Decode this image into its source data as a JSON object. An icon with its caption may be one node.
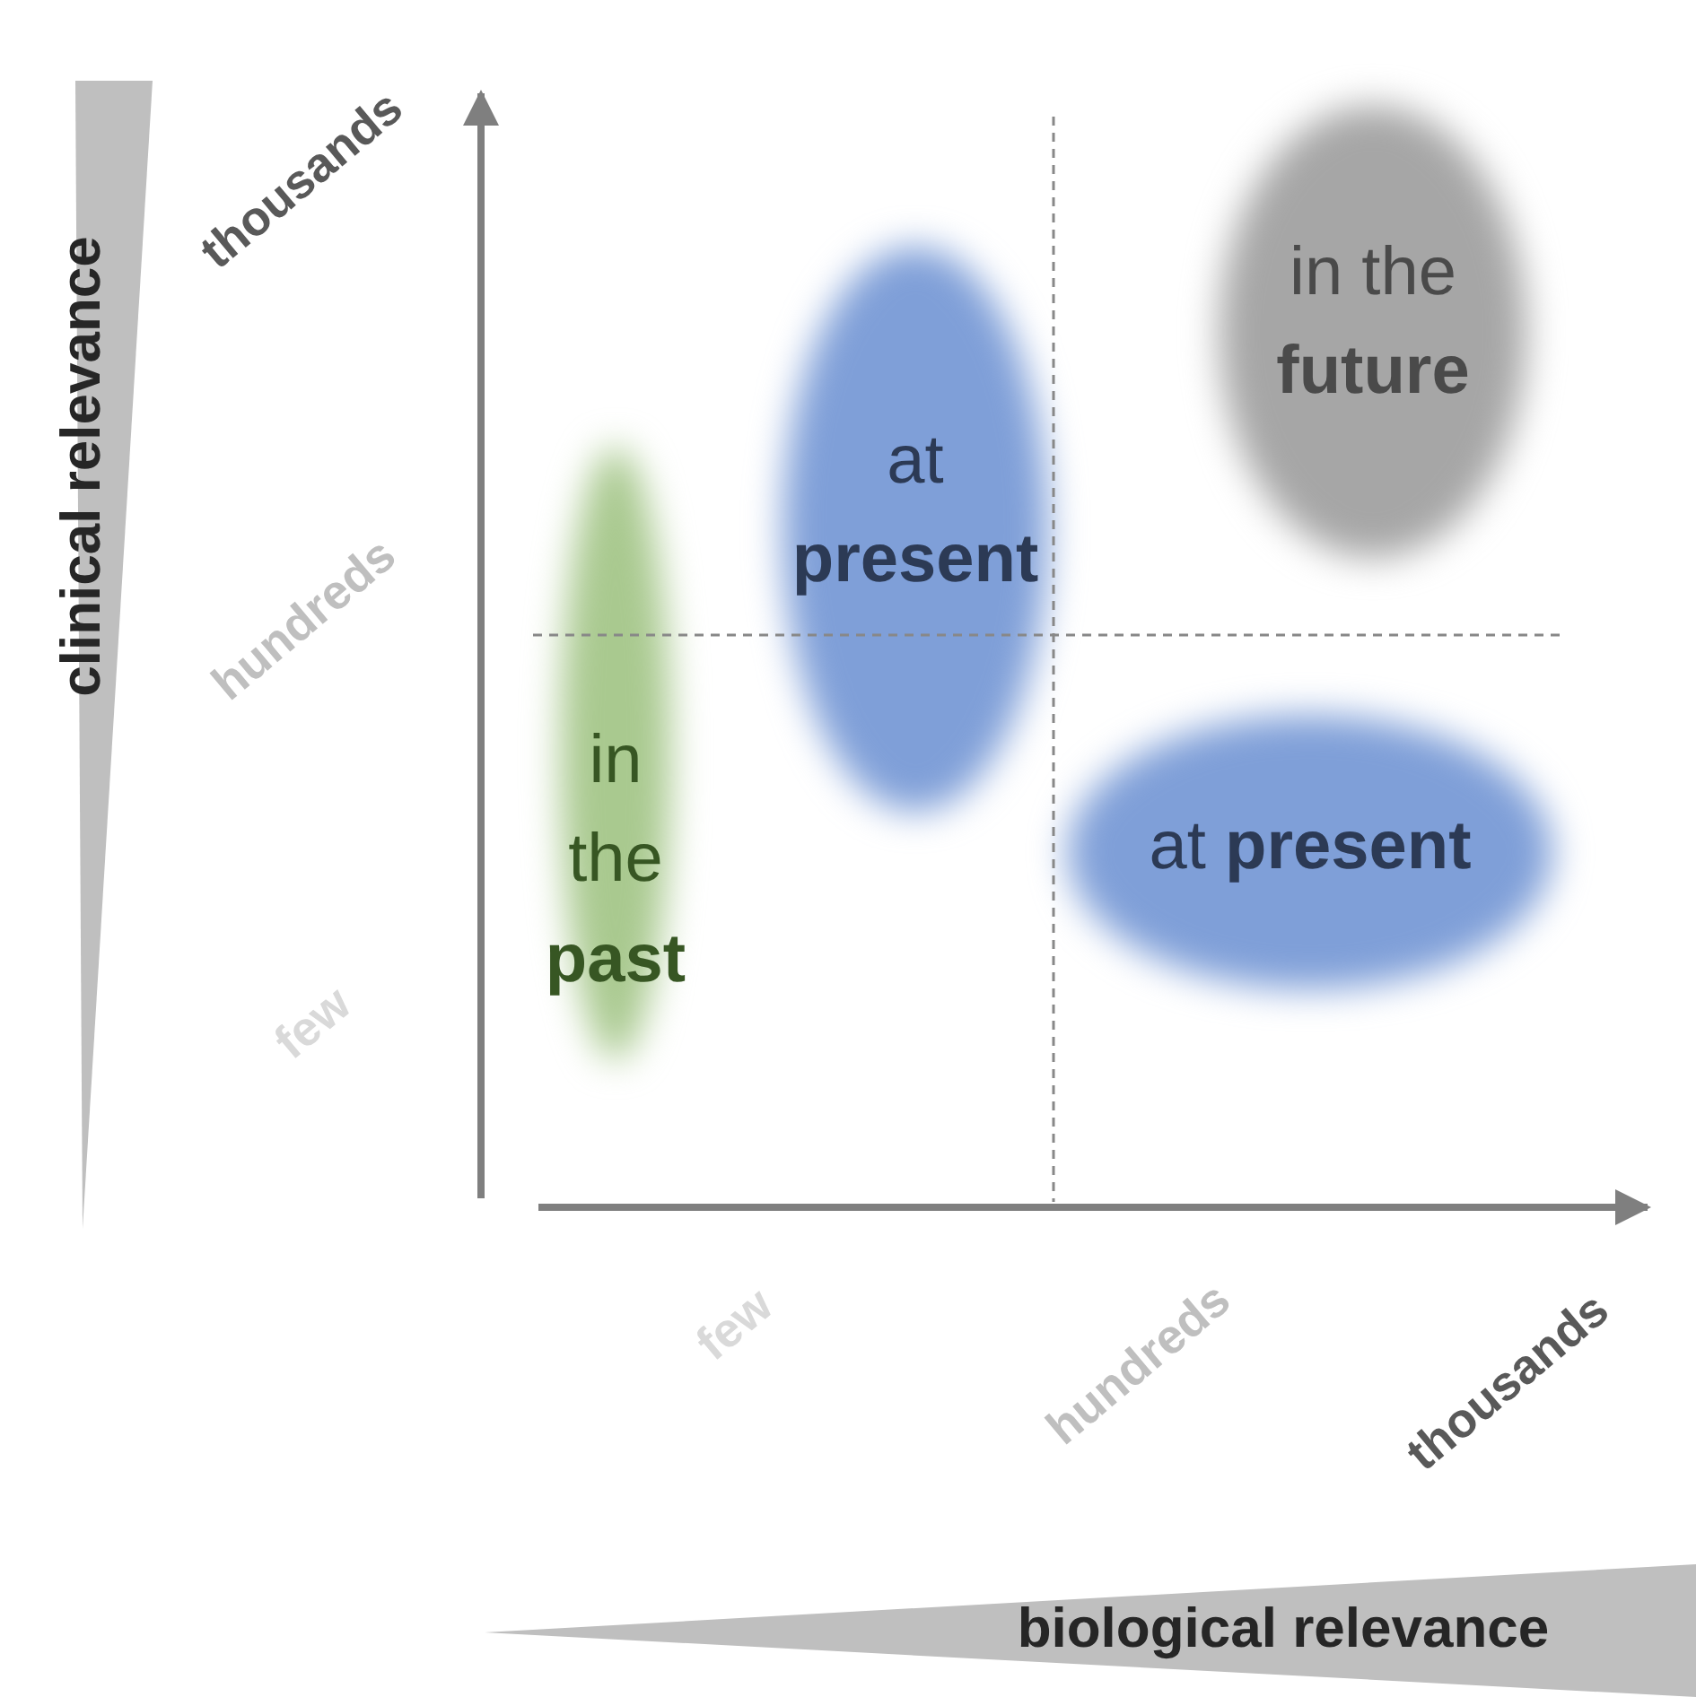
{
  "diagram": {
    "nodes": [
      {
        "text": [
          "in the **past**"
        ]
      },
      {
        "text": [
          "at **present**"
        ]
      },
      {
        "text": [
          "in the **future**"
        ]
      },
      {
        "text": [
          "at **present**"
        ]
      }
    ],
    "labels": [
      "clinical relevance",
      "thousands",
      "hundreds",
      "few",
      "few",
      "hundreds",
      "thousands",
      "biological relevance"
    ]
  }
}
